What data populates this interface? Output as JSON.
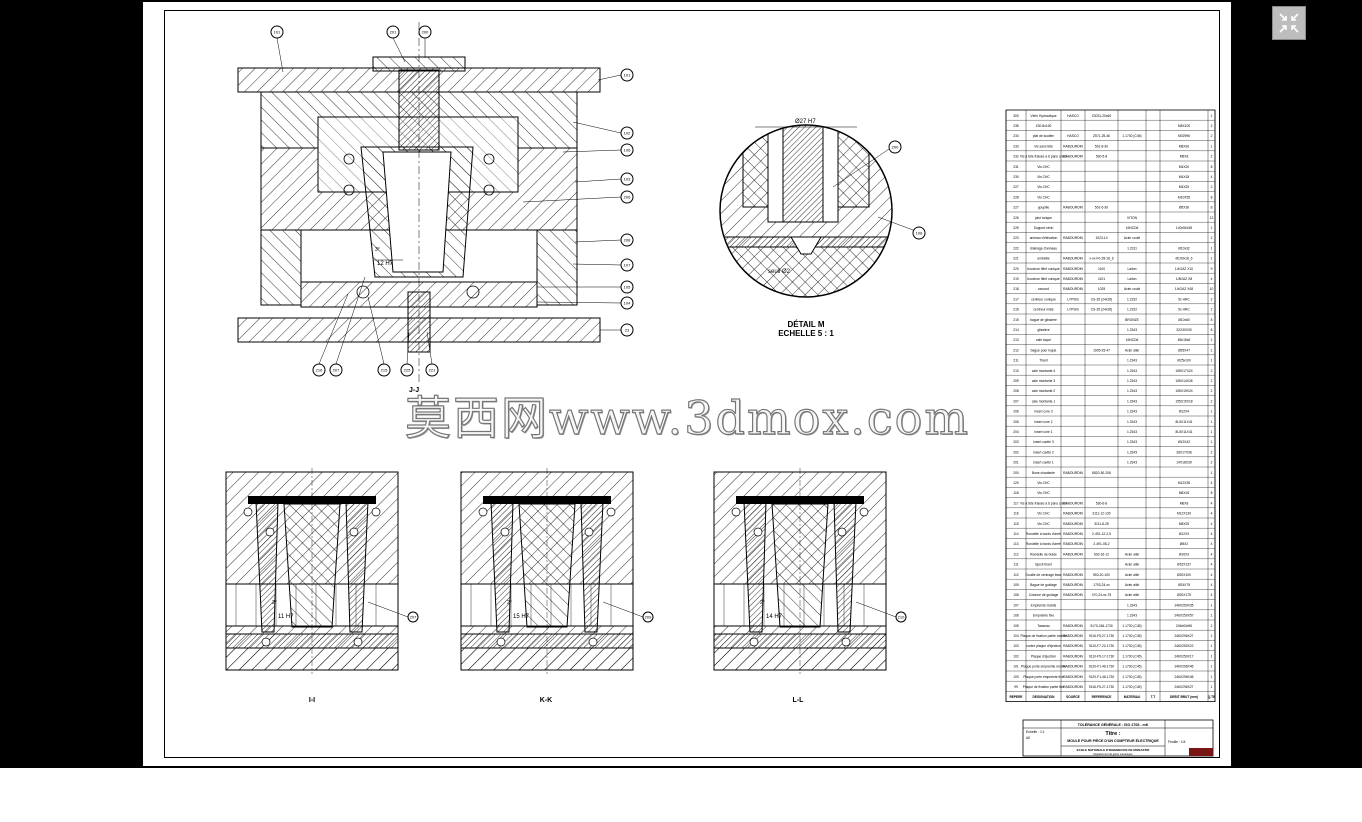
{
  "drawing": {
    "views": {
      "section_main": "J-J",
      "section_1": "I-I",
      "section_2": "K-K",
      "section_3": "L-L"
    },
    "detail": {
      "title": "DÉTAIL M",
      "scale": "ECHELLE 5 : 1",
      "dim_top": "Ø27 H7",
      "dim_seuil": "seuil Ø2",
      "callout_a": "200",
      "callout_b": "108"
    },
    "main_dims": {
      "taper": "12 H7",
      "angle": "3°"
    },
    "sec_dims": [
      {
        "taper": "11 H7",
        "angle": "2°",
        "callout": "207"
      },
      {
        "taper": "15 H7",
        "angle": "2°",
        "callout": "209"
      },
      {
        "taper": "14 H7",
        "angle": "2°",
        "callout": "210"
      }
    ],
    "callouts_top": [
      "101",
      "201",
      "200"
    ],
    "callouts_right": [
      "101",
      "102",
      "106",
      "103",
      "206",
      "208",
      "107",
      "105",
      "104",
      "23"
    ],
    "callouts_bottom": [
      "216",
      "207",
      "215",
      "225",
      "221"
    ],
    "watermark": "莫西网www.3dmox.com"
  },
  "bom": {
    "rows": [
      [
        "300",
        "Vérin Hydraulique",
        "HASCO",
        "Z3031-20x60",
        "",
        "",
        "1"
      ],
      [
        "235",
        "Z30-8x100",
        "",
        "",
        "",
        "M8X100",
        "2"
      ],
      [
        "234",
        "plat de soutien",
        "HASCO",
        "Z571-25-46",
        "1.1730 (C45)",
        "M02996",
        "2"
      ],
      [
        "233",
        "Vis sans tête",
        "RABOURDIN",
        "501-8-30",
        "",
        "M8X30",
        "1"
      ],
      [
        "232",
        "Vis à tête fraisée à 6 pans creux",
        "RABOURDIN",
        "530-5-8",
        "",
        "M5X8",
        "2"
      ],
      [
        "231",
        "Vis CHC",
        "",
        "",
        "",
        "M4X20",
        "8"
      ],
      [
        "230",
        "Vis CHC",
        "",
        "",
        "",
        "M4X18",
        "4"
      ],
      [
        "227",
        "Vis CHC",
        "",
        "",
        "",
        "M4X25",
        "2"
      ],
      [
        "228",
        "Vis CHC",
        "",
        "",
        "",
        "M10X55",
        "8"
      ],
      [
        "227",
        "goupille",
        "RABOURDIN",
        "501-6-30",
        "",
        "Ø5X30",
        "8"
      ],
      [
        "226",
        "joint torique",
        "",
        "",
        "VITON",
        "",
        "12"
      ],
      [
        "225",
        "Support vérin",
        "",
        "",
        "16NCD6",
        "140x50x38",
        "1"
      ],
      [
        "223",
        "anneau d'élévation",
        "RABOURDIN",
        "1023-14",
        "Acier coulé",
        "",
        "2"
      ],
      [
        "222",
        "drainage d'anneau",
        "",
        "",
        "1.2311",
        "Ø10x32",
        "1"
      ],
      [
        "221",
        "embellie",
        "RABOURDIN",
        "x-xx-F0-28-18_6",
        "",
        "Ø100x18_6",
        "1"
      ],
      [
        "220",
        "bouchon filtré conique",
        "RABOURDIN",
        "1100",
        "Laiton",
        "1/4GAZ X10",
        "9"
      ],
      [
        "219",
        "bouchon filtré conique",
        "RABOURDIN",
        "1101",
        "Laiton",
        "1/8GAZ X8",
        "4"
      ],
      [
        "218",
        "raccord",
        "RABOURDIN",
        "1025",
        "Acier coulé",
        "1/4GAZ X48",
        "10"
      ],
      [
        "217",
        "centreur conique",
        "LYPSIS",
        "CS-25 (24x26)",
        "1.2152",
        "5x HRC",
        "2"
      ],
      [
        "216",
        "centreur mâle",
        "LYPSIS",
        "CS-25 (24x26)",
        "1.2152",
        "5x HRC",
        "2"
      ],
      [
        "215",
        "bague de glissière",
        "",
        "",
        "BRONZE",
        "Ø10x60",
        "8"
      ],
      [
        "214",
        "glissière",
        "",
        "",
        "1.2343",
        "32X30X30",
        "8"
      ],
      [
        "213",
        "cale loqué",
        "",
        "",
        "16NCD6",
        "65x15x6",
        "1"
      ],
      [
        "212",
        "bague pour loqué",
        "",
        "1005-25-47",
        "Acier allié",
        "Ø25X47",
        "1"
      ],
      [
        "211",
        "Tirant",
        "",
        "",
        "1.2343",
        "Ø25x100",
        "1"
      ],
      [
        "210",
        "cale montante 4",
        "",
        "",
        "1.2343",
        "155X17X24",
        "2"
      ],
      [
        "209",
        "cale montante 3",
        "",
        "",
        "1.2343",
        "155X14X26",
        "2"
      ],
      [
        "208",
        "cale montante 2",
        "",
        "",
        "1.2343",
        "155X19X24",
        "2"
      ],
      [
        "207",
        "cale montante 1",
        "",
        "",
        "1.2343",
        "155X15X18",
        "2"
      ],
      [
        "206",
        "insert core 3",
        "",
        "",
        "1.2343",
        "Ø12X4",
        "1"
      ],
      [
        "205",
        "insert core 2",
        "",
        "",
        "1.2343",
        "8L5X11X41",
        "1"
      ],
      [
        "204",
        "insert core 1",
        "",
        "",
        "1.2343",
        "8L5X11X41",
        "1"
      ],
      [
        "203",
        "insert cavité 3",
        "",
        "",
        "1.2343",
        "Ø12X42",
        "1"
      ],
      [
        "202",
        "insert cavité 2",
        "",
        "",
        "1.2343",
        "28X17X36",
        "2"
      ],
      [
        "201",
        "insert cavité 1",
        "",
        "",
        "1.2343",
        "14X18X39",
        "2"
      ],
      [
        "200",
        "Buse chaufante",
        "RABOURDIN",
        "6820-50-206",
        "",
        "",
        "1"
      ],
      [
        "120",
        "Vis CHC",
        "",
        "",
        "",
        "M12X35",
        "4"
      ],
      [
        "118",
        "Vis CHC",
        "",
        "",
        "",
        "M6X16",
        "8"
      ],
      [
        "117",
        "Vis à tête fraisée à 6 pans creux",
        "RABOURDIN",
        "530-6-8",
        "",
        "M6X8",
        "4"
      ],
      [
        "116",
        "Vis CHC",
        "RABOURDIN",
        "3111-12-130",
        "",
        "M12X130",
        "4"
      ],
      [
        "115",
        "Vis CHC",
        "RABOURDIN",
        "3111-8-25",
        "",
        "M8X25",
        "4"
      ],
      [
        "114",
        "Rondelle à bords d'arrêt",
        "RABOURDIN",
        "2-491-12-2,5",
        "",
        "Ø12X3",
        "4"
      ],
      [
        "113",
        "Rondelle à bords d'arrêt",
        "RABOURDIN",
        "2-491-08-2",
        "",
        "Ø8X2",
        "4"
      ],
      [
        "112",
        "Rondelle de butée",
        "RABOURDIN",
        "603-16-12",
        "Acier allié",
        "Ø16X3",
        "4"
      ],
      [
        "111",
        "Ejecti tirant",
        "",
        "",
        "Acier allié",
        "Ø15X137",
        "4"
      ],
      [
        "110",
        "Douille de centrage lisse",
        "RABOURDIN",
        "553-20-100",
        "Acier allié",
        "Ø20X100",
        "4"
      ],
      [
        "109",
        "Bague de guidage",
        "RABOURDIN",
        "1703-24-xx",
        "Acier allié",
        "Ø24X75",
        "4"
      ],
      [
        "108",
        "Colonne de guidage",
        "RABOURDIN",
        "470-24-xx-75",
        "Acier allié",
        "Ø20X175",
        "4"
      ],
      [
        "107",
        "Empreinte mobile",
        "",
        "",
        "1.2343",
        "246X250X35",
        "1"
      ],
      [
        "106",
        "Empreinte fixe",
        "",
        "",
        "1.2343",
        "246X250X57",
        "1"
      ],
      [
        "105",
        "Tasseau",
        "RABOURDIN",
        "9170-246-1730",
        "1.1730 (C45)",
        "246x63x96",
        "2"
      ],
      [
        "104",
        "Plaque de fixation partie mobile",
        "RABOURDIN",
        "9116-F5-27-1730",
        "1.1730 (C45)",
        "246X296X27",
        "1"
      ],
      [
        "103",
        "contre plaque d'éjection",
        "RABOURDIN",
        "9110-F7-22-1730",
        "1.1730 (C45)",
        "246X250X22",
        "1"
      ],
      [
        "102",
        "Plaque d'éjection",
        "RABOURDIN",
        "9110-F5-17-1730",
        "1.1730 (C45)",
        "246X250X17",
        "1"
      ],
      [
        "101",
        "Plaque porte empreinte mobile",
        "RABOURDIN",
        "9120-F1-46-1730",
        "1.1730 (C45)",
        "246X296X46",
        "1"
      ],
      [
        "100",
        "Plaque porte empreinte fixe",
        "RABOURDIN",
        "9120-F1-46-1730",
        "1.1730 (C45)",
        "246X296X46",
        "1"
      ],
      [
        "99",
        "Plaque de fixation partie fixe",
        "RABOURDIN",
        "9116-F5-27-1730",
        "1.1730 (C45)",
        "246X296X27",
        "1"
      ]
    ],
    "header": [
      "REPERE",
      "DESIGNATION",
      "SOURCE",
      "REFERENCE",
      "MATERIAU",
      "T.T",
      "DEBIT BRUT (mm)",
      "Q.TE"
    ]
  },
  "title_block": {
    "tolerance": "TOLÉRANCE GÉNÉRALE : ISO 2768 - mK",
    "title_label": "Titre :",
    "title": "MOULE POUR PIÈCE D'UN COMPTEUR ÉLECTRIQUE",
    "school": "ECOLE NATIONALE D'INGENIEURS DE MONASTIR",
    "dept": "Département de génie mécanique",
    "scale": "Echelle : 1:1",
    "format": "A0",
    "sheet": "Feuille : 1/4"
  }
}
